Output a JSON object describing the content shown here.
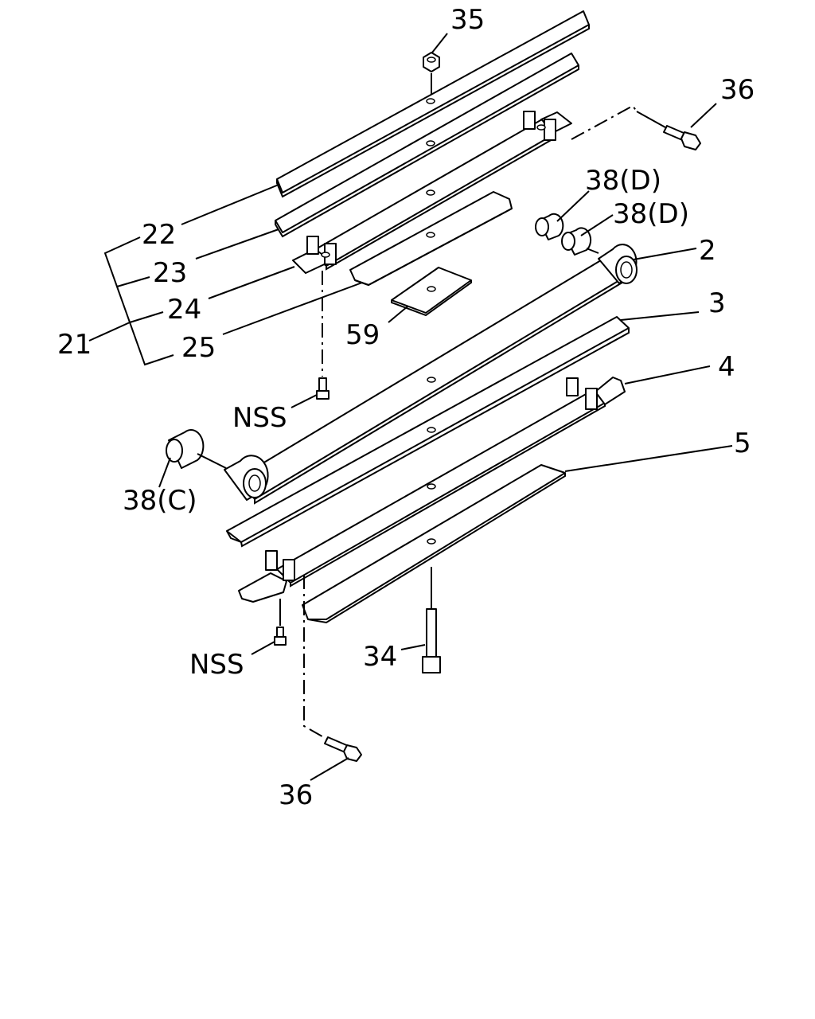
{
  "labels": {
    "l35": "35",
    "l36_top": "36",
    "l38d_1": "38(D)",
    "l38d_2": "38(D)",
    "l2": "2",
    "l3": "3",
    "l4": "4",
    "l5": "5",
    "l22": "22",
    "l23": "23",
    "l24": "24",
    "l25": "25",
    "l21": "21",
    "l59": "59",
    "nss_top": "NSS",
    "l38c": "38(C)",
    "nss_bottom": "NSS",
    "l34": "34",
    "l36_bottom": "36"
  }
}
